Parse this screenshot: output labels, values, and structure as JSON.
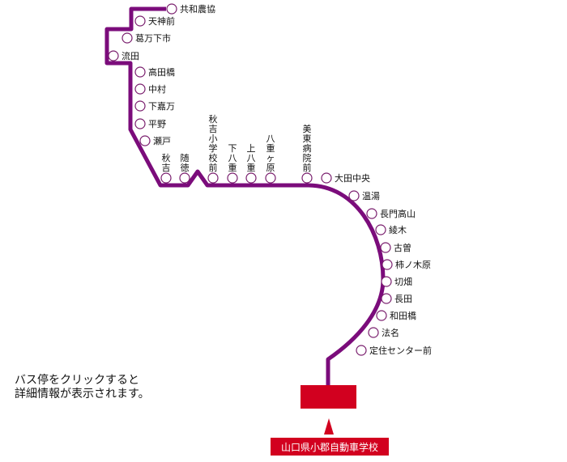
{
  "colors": {
    "route": "#7b0c7b",
    "terminal": "#d2001f",
    "dot_stroke": "#7a1f6e"
  },
  "instructions": {
    "line1": "バス停をクリックすると",
    "line2": "詳細情報が表示されます。"
  },
  "destination": {
    "label": "山口県小郡自動車学校"
  },
  "stops": [
    {
      "id": "kyowa-nokyo",
      "name": "共和農協",
      "orient": "h"
    },
    {
      "id": "tenjinmae",
      "name": "天神前",
      "orient": "h"
    },
    {
      "id": "kuzuman-shimoichi",
      "name": "葛万下市",
      "orient": "h"
    },
    {
      "id": "nagareda",
      "name": "流田",
      "orient": "h"
    },
    {
      "id": "takatabashi",
      "name": "高田橋",
      "orient": "h"
    },
    {
      "id": "nakamura",
      "name": "中村",
      "orient": "h"
    },
    {
      "id": "shimokuzuman",
      "name": "下嘉万",
      "orient": "h"
    },
    {
      "id": "hirano",
      "name": "平野",
      "orient": "h"
    },
    {
      "id": "seto",
      "name": "瀬戸",
      "orient": "h"
    },
    {
      "id": "akiyoshi",
      "name": "秋吉",
      "orient": "v"
    },
    {
      "id": "zuitoku",
      "name": "随徳",
      "orient": "v"
    },
    {
      "id": "akiyoshi-shogakko-mae",
      "name": "秋吉小学校前",
      "orient": "v"
    },
    {
      "id": "shimohachiju",
      "name": "下八重",
      "orient": "v"
    },
    {
      "id": "kamihachiju",
      "name": "上八重",
      "orient": "v"
    },
    {
      "id": "hachijugahara",
      "name": "八重ヶ原",
      "orient": "v"
    },
    {
      "id": "mito-byoin-mae",
      "name": "美東病院前",
      "orient": "v"
    },
    {
      "id": "ota-chuo",
      "name": "大田中央",
      "orient": "h"
    },
    {
      "id": "onto",
      "name": "温湯",
      "orient": "h"
    },
    {
      "id": "nagato-takayama",
      "name": "長門高山",
      "orient": "h"
    },
    {
      "id": "ayagi",
      "name": "綾木",
      "orient": "h"
    },
    {
      "id": "furuso",
      "name": "古曽",
      "orient": "h"
    },
    {
      "id": "kakinokihara",
      "name": "柿ノ木原",
      "orient": "h"
    },
    {
      "id": "kirihata",
      "name": "切畑",
      "orient": "h"
    },
    {
      "id": "nagata",
      "name": "長田",
      "orient": "h"
    },
    {
      "id": "wadabashi",
      "name": "和田橋",
      "orient": "h"
    },
    {
      "id": "homyo",
      "name": "法名",
      "orient": "h"
    },
    {
      "id": "teiju-center-mae",
      "name": "定住センター前",
      "orient": "h"
    }
  ]
}
